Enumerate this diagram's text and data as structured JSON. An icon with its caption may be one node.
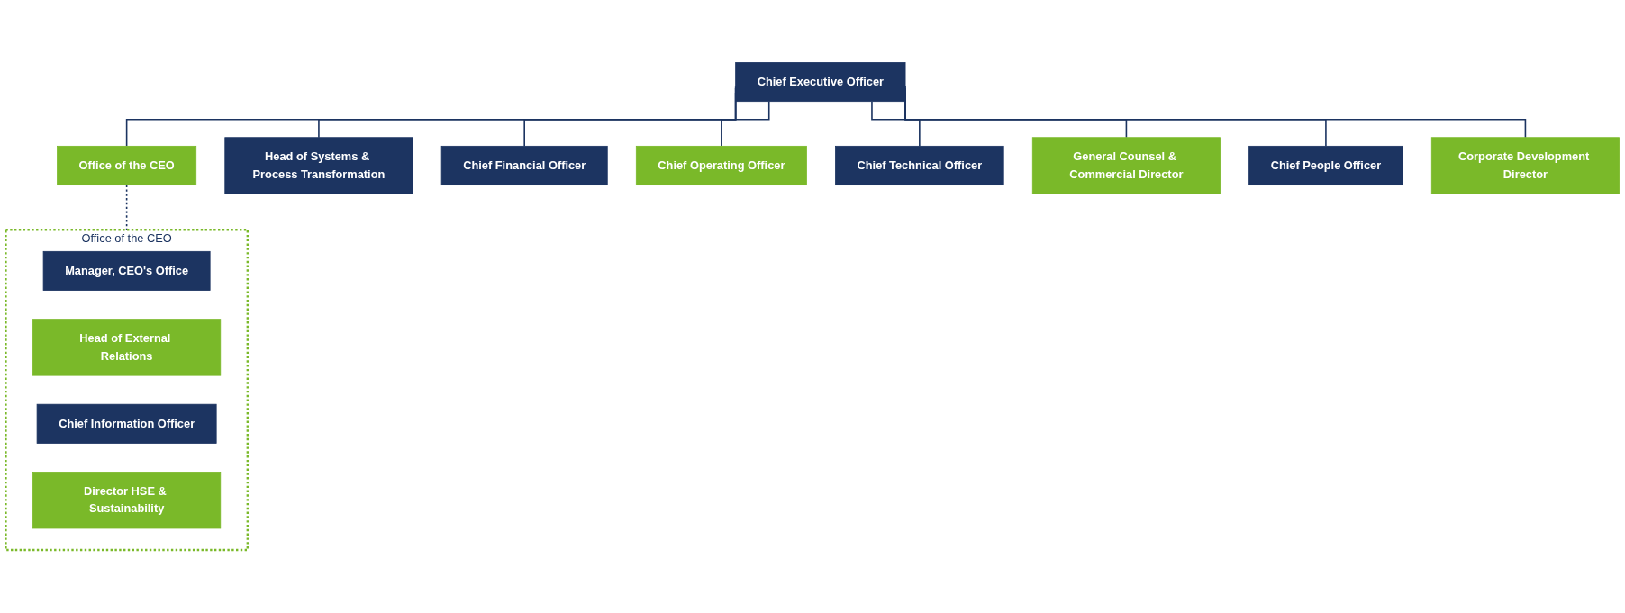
{
  "diagram": {
    "nodes": [
      {
        "text": [
          "Chief Executive Officer"
        ]
      },
      {
        "text": [
          "Office of the CEO"
        ]
      },
      {
        "text": [
          "Head of Systems & Process Transformation"
        ]
      },
      {
        "text": [
          "Chief Financial Officer"
        ]
      },
      {
        "text": [
          "Chief Operating Officer"
        ]
      },
      {
        "text": [
          "Chief Technical Officer"
        ]
      },
      {
        "text": [
          "General Counsel & Commercial Director"
        ]
      },
      {
        "text": [
          "Chief People Officer"
        ]
      },
      {
        "text": [
          "Corporate Development Director"
        ]
      },
      {
        "text": [
          "Office of the CEO"
        ]
      },
      {
        "text": [
          "Manager, CEO's Office"
        ],
        "in": 9
      },
      {
        "text": [
          "Head of External Relations"
        ],
        "in": 9
      },
      {
        "text": [
          "Chief Information Officer"
        ],
        "in": 9
      },
      {
        "text": [
          "Director HSE & Sustainability"
        ],
        "in": 9
      }
    ],
    "edges": [
      {
        "from": 0,
        "to": 1,
        "arrow": "none"
      },
      {
        "from": 0,
        "to": 2,
        "arrow": "none"
      },
      {
        "from": 0,
        "to": 3,
        "arrow": "none"
      },
      {
        "from": 0,
        "to": 4,
        "arrow": "none"
      },
      {
        "from": 0,
        "to": 5,
        "arrow": "none"
      },
      {
        "from": 0,
        "to": 6,
        "arrow": "none"
      },
      {
        "from": 0,
        "to": 7,
        "arrow": "none"
      },
      {
        "from": 0,
        "to": 8,
        "arrow": "none"
      },
      {
        "from": 1,
        "to": 9,
        "arrow": "none",
        "style": "dashed"
      }
    ]
  }
}
